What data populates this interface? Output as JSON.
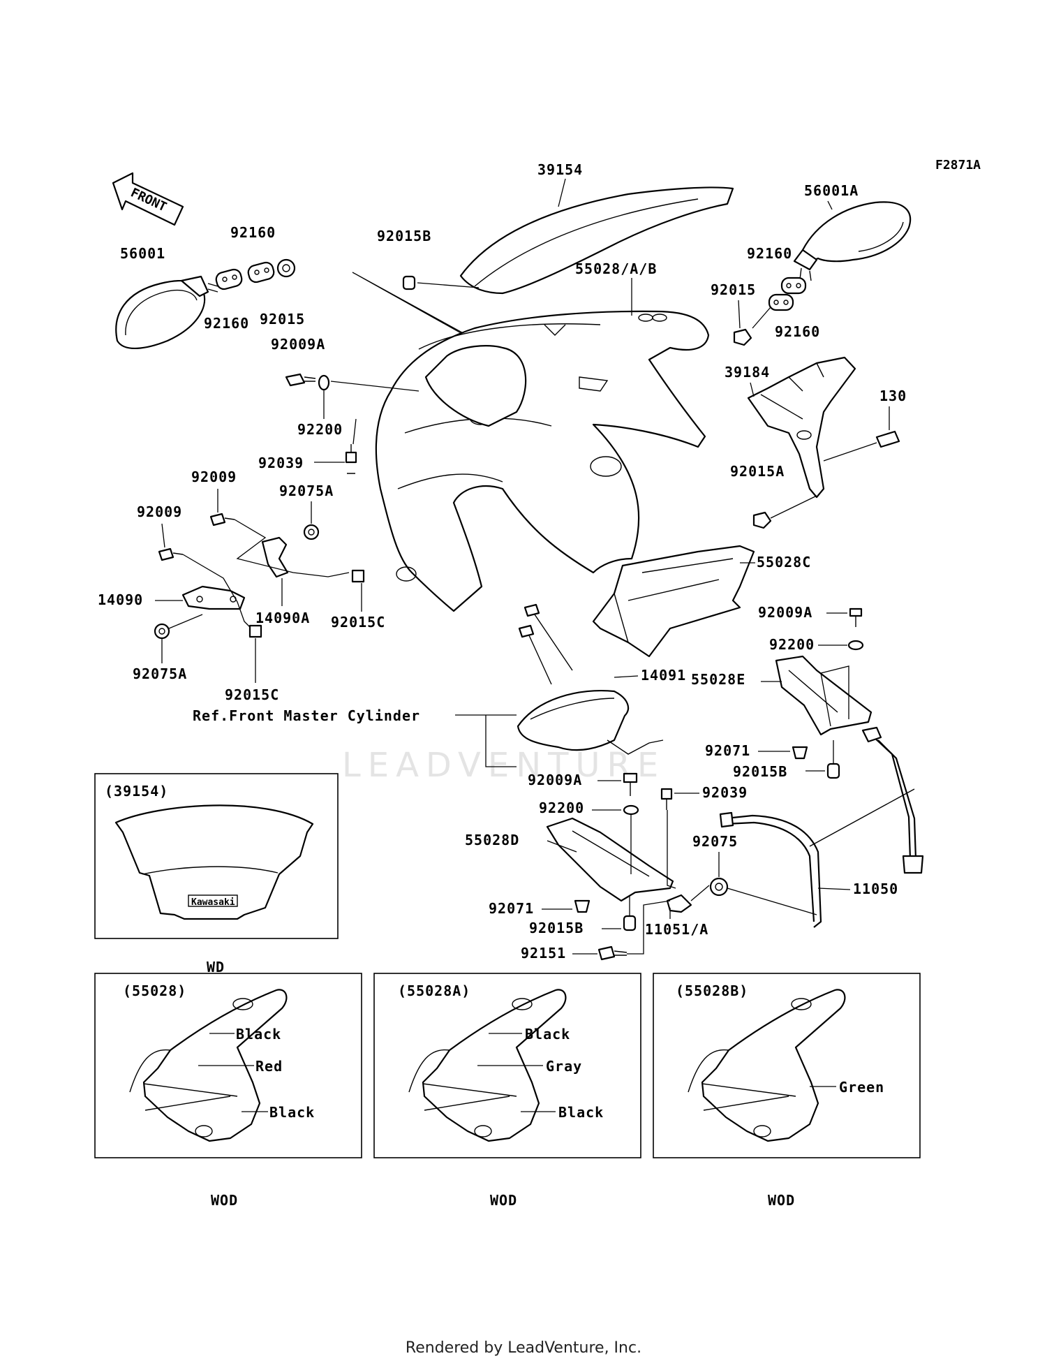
{
  "figure_code": "F2871A",
  "front_arrow_label": "FRONT",
  "watermark": "LEADVENTURE",
  "footer": "Rendered by LeadVenture, Inc.",
  "labels": {
    "l39154": "39154",
    "l56001": "56001",
    "l92160a": "92160",
    "l92160b": "92160",
    "l92015": "92015",
    "l92015B_top": "92015B",
    "l55028AB": "55028/A/B",
    "l56001A": "56001A",
    "l92160c": "92160",
    "l92015r": "92015",
    "l92160d": "92160",
    "l92009A_top": "92009A",
    "l92200_top": "92200",
    "l39184": "39184",
    "l130": "130",
    "l92039_top": "92039",
    "l92015A": "92015A",
    "l92009a": "92009",
    "l92009b": "92009",
    "l92075A_top": "92075A",
    "l14090": "14090",
    "l14090A": "14090A",
    "l92015C_r": "92015C",
    "l92075A_bot": "92075A",
    "l92015C_bot": "92015C",
    "l55028C": "55028C",
    "l92009A_r": "92009A",
    "l92200_r": "92200",
    "l14091": "14091",
    "l55028E": "55028E",
    "lRef": "Ref.Front Master Cylinder",
    "l92071_r": "92071",
    "l92015B_r": "92015B",
    "l92009A_mid": "92009A",
    "l92039_mid": "92039",
    "l92200_mid": "92200",
    "l55028D": "55028D",
    "l92075": "92075",
    "l11050": "11050",
    "l92071_mid": "92071",
    "l92015B_mid": "92015B",
    "l11051A": "11051/A",
    "l92151": "92151"
  },
  "inset_windshield": {
    "title": "(39154)",
    "logo": "Kawasaki",
    "caption": "WD"
  },
  "insets_cowl": [
    {
      "title": "(55028)",
      "colors": [
        "Black",
        "Red",
        "Black"
      ],
      "caption": "WOD"
    },
    {
      "title": "(55028A)",
      "colors": [
        "Black",
        "Gray",
        "Black"
      ],
      "caption": "WOD"
    },
    {
      "title": "(55028B)",
      "colors": [
        "Green"
      ],
      "caption": "WOD"
    }
  ]
}
